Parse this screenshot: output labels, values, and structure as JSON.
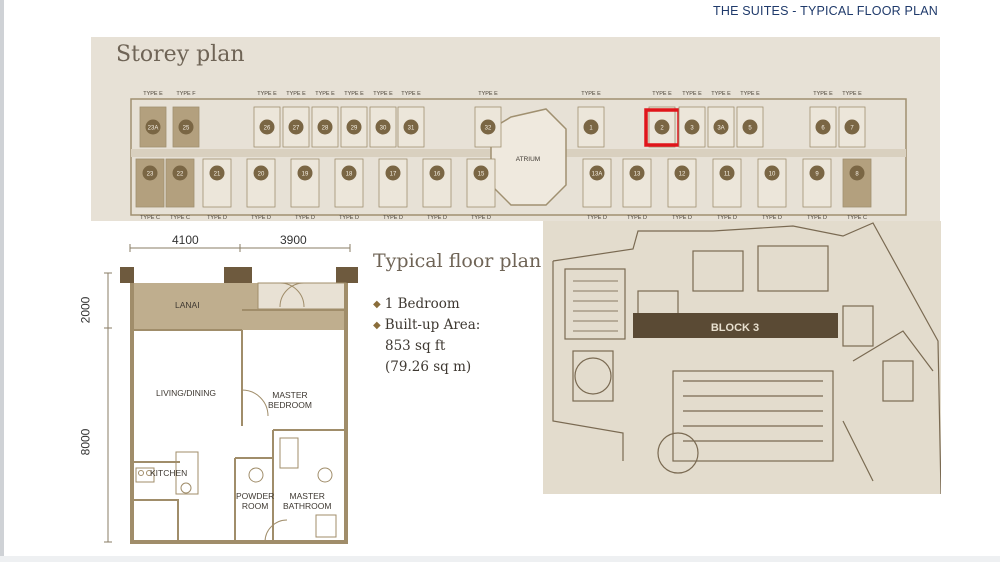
{
  "header": {
    "title": "THE SUITES - TYPICAL FLOOR PLAN"
  },
  "storey_plan": {
    "title": "Storey plan",
    "atrium_label": "ATRIUM",
    "highlighted_unit": "2",
    "highlight_color": "#e0151b",
    "top_row": [
      {
        "num": "23A",
        "type": "TYPE E"
      },
      {
        "num": "25",
        "type": "TYPE F"
      },
      {
        "num": "26",
        "type": "TYPE E"
      },
      {
        "num": "27",
        "type": "TYPE E"
      },
      {
        "num": "28",
        "type": "TYPE E"
      },
      {
        "num": "29",
        "type": "TYPE E"
      },
      {
        "num": "30",
        "type": "TYPE E"
      },
      {
        "num": "31",
        "type": "TYPE E"
      },
      {
        "num": "32",
        "type": "TYPE E"
      },
      {
        "num": "1",
        "type": "TYPE E"
      },
      {
        "num": "2",
        "type": "TYPE E"
      },
      {
        "num": "3",
        "type": "TYPE E"
      },
      {
        "num": "3A",
        "type": "TYPE E"
      },
      {
        "num": "5",
        "type": "TYPE E"
      },
      {
        "num": "6",
        "type": "TYPE E"
      },
      {
        "num": "7",
        "type": "TYPE E"
      }
    ],
    "bottom_row": [
      {
        "num": "23",
        "type": "TYPE C"
      },
      {
        "num": "22",
        "type": "TYPE C"
      },
      {
        "num": "21",
        "type": "TYPE D"
      },
      {
        "num": "20",
        "type": "TYPE D"
      },
      {
        "num": "19",
        "type": "TYPE D"
      },
      {
        "num": "18",
        "type": "TYPE D"
      },
      {
        "num": "17",
        "type": "TYPE D"
      },
      {
        "num": "16",
        "type": "TYPE D"
      },
      {
        "num": "15",
        "type": "TYPE D"
      },
      {
        "num": "13A",
        "type": "TYPE D"
      },
      {
        "num": "13",
        "type": "TYPE D"
      },
      {
        "num": "12",
        "type": "TYPE D"
      },
      {
        "num": "11",
        "type": "TYPE D"
      },
      {
        "num": "10",
        "type": "TYPE D"
      },
      {
        "num": "9",
        "type": "TYPE D"
      },
      {
        "num": "8",
        "type": "TYPE C"
      }
    ]
  },
  "unit_plan": {
    "dim_width_left": "4100",
    "dim_width_right": "3900",
    "dim_height_top": "2000",
    "dim_height_bottom": "8000",
    "rooms": {
      "lanai": "LANAI",
      "living": "LIVING/DINING",
      "master_bedroom": "MASTER\nBEDROOM",
      "kitchen": "KITCHEN",
      "powder_room": "POWDER\nROOM",
      "master_bathroom": "MASTER\nBATHROOM"
    }
  },
  "typical": {
    "heading": "Typical floor plan",
    "bedroom": "1 Bedroom",
    "area_label": "Built-up Area:",
    "area_sqft": "853 sq ft",
    "area_sqm": "(79.26 sq m)"
  },
  "site_plan": {
    "block_label": "BLOCK 3"
  }
}
